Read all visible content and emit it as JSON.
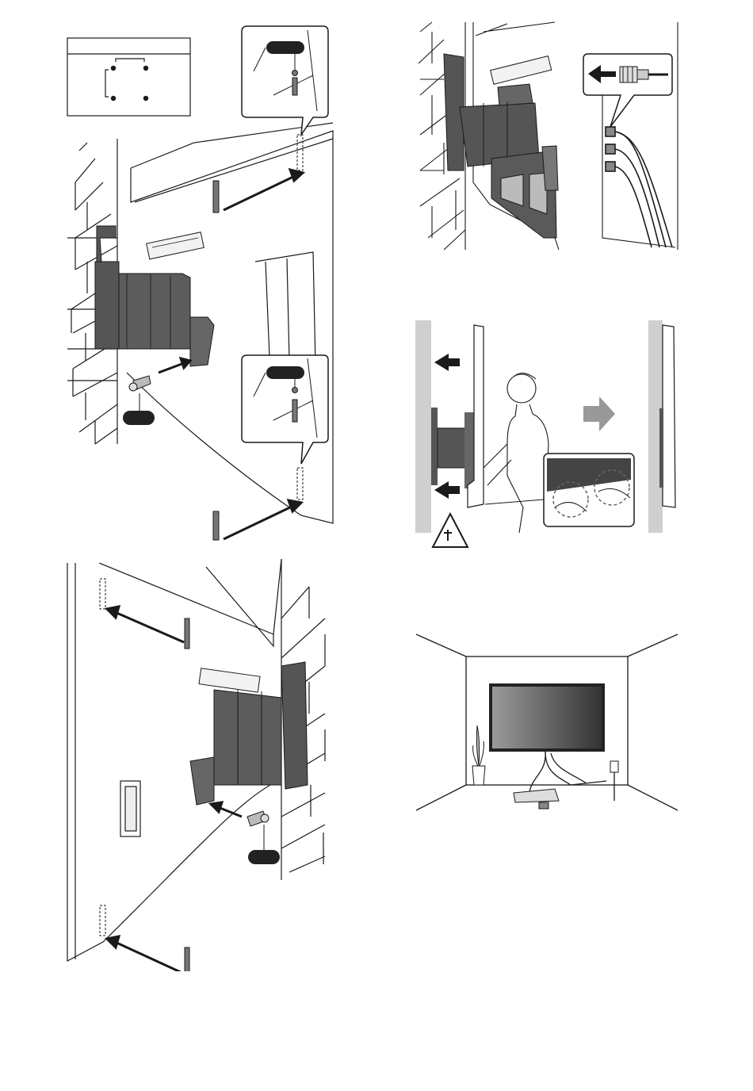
{
  "page": {
    "background": "#ffffff"
  },
  "colors": {
    "line": "#1a1a1a",
    "bracket": "#555555",
    "bracket_dark": "#333333",
    "label_pill": "#222222",
    "wall_grey": "#cfcfcf",
    "arrow_grey": "#999999",
    "screen_dark": "#444444",
    "screen_light": "#9a9a9a"
  },
  "figures": [
    {
      "id": "step-mount-left",
      "icons": [
        "hole-template-icon",
        "wall-bracket-icon",
        "screw-icon",
        "zoom-callout-icon",
        "insert-arrow-icon"
      ],
      "labels": [
        "",
        "",
        ""
      ]
    },
    {
      "id": "step-cable-connect",
      "icons": [
        "wall-bracket-icon",
        "hdmi-plug-icon",
        "left-arrow-icon",
        "cable-icon"
      ]
    },
    {
      "id": "step-hang-tv",
      "icons": [
        "person-icon",
        "push-arrow-icon",
        "right-arrow-icon",
        "pinch-warning-icon",
        "hands-zoom-icon"
      ]
    },
    {
      "id": "step-mount-right",
      "icons": [
        "wall-bracket-icon",
        "screw-icon",
        "insert-arrow-icon",
        "back-panel-icon"
      ],
      "labels": [
        ""
      ]
    },
    {
      "id": "step-room-view",
      "icons": [
        "tv-icon",
        "plant-icon",
        "stand-icon",
        "cable-icon",
        "wall-outlet-icon"
      ]
    }
  ]
}
